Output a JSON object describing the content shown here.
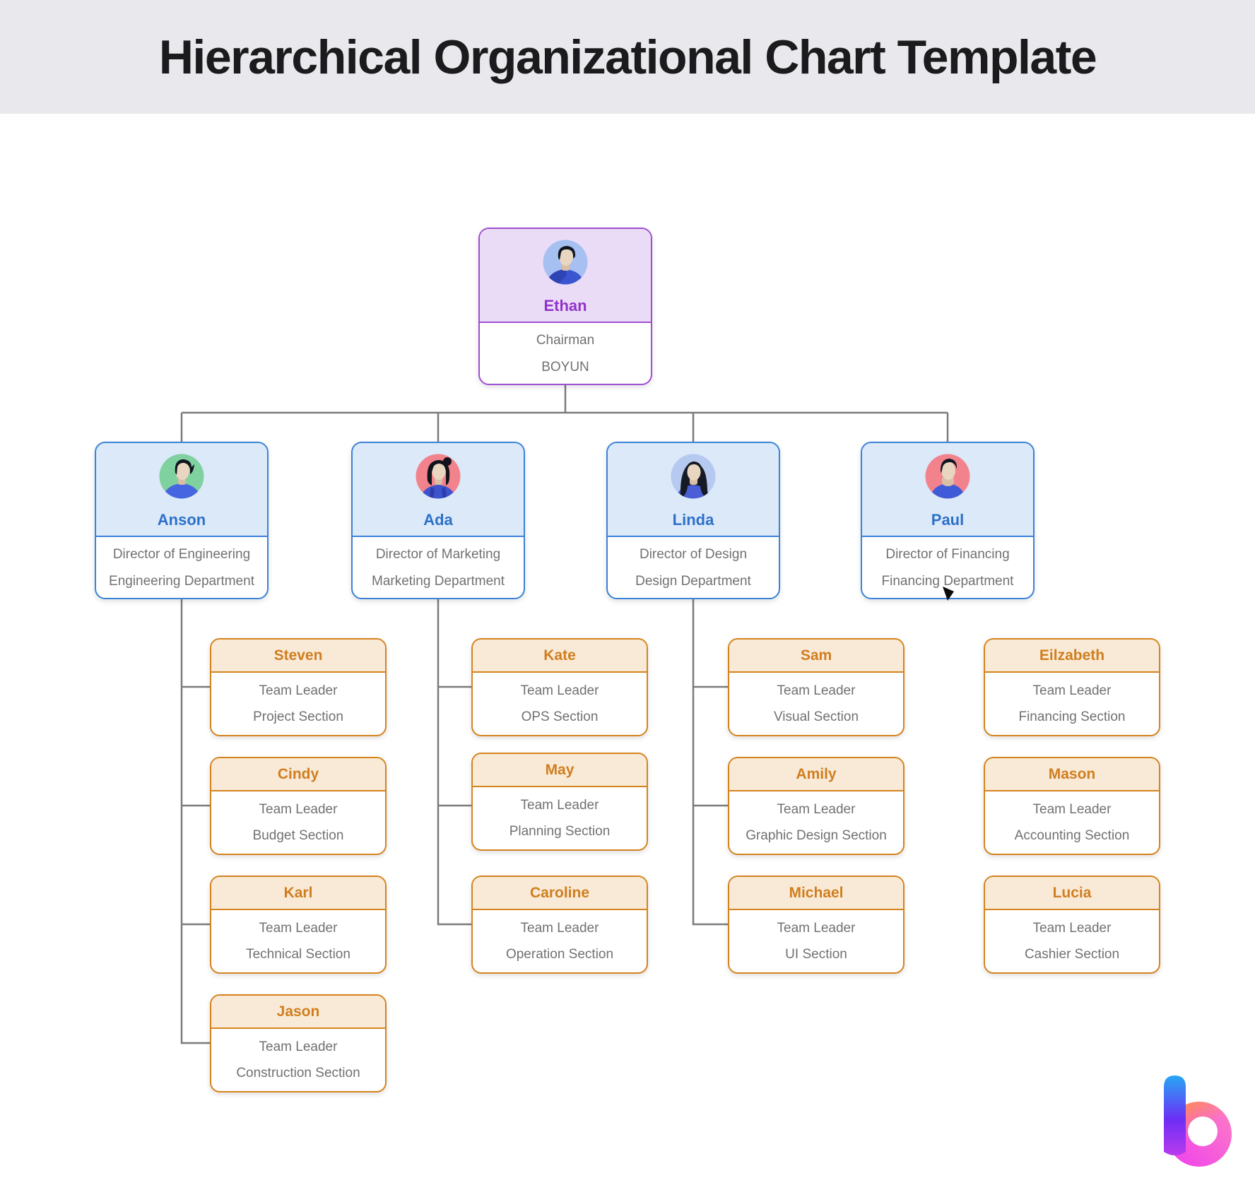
{
  "title": "Hierarchical Organizational Chart Template",
  "org": {
    "root": {
      "name": "Ethan",
      "line1": "Chairman",
      "line2": "BOYUN"
    },
    "directors": [
      {
        "name": "Anson",
        "line1": "Director of Engineering",
        "line2": "Engineering Department"
      },
      {
        "name": "Ada",
        "line1": "Director of Marketing",
        "line2": "Marketing Department"
      },
      {
        "name": "Linda",
        "line1": "Director of Design",
        "line2": "Design Department"
      },
      {
        "name": "Paul",
        "line1": "Director of Financing",
        "line2": "Financing Department"
      }
    ],
    "teams": [
      [
        {
          "name": "Steven",
          "line1": "Team Leader",
          "line2": "Project Section"
        },
        {
          "name": "Cindy",
          "line1": "Team Leader",
          "line2": "Budget Section"
        },
        {
          "name": "Karl",
          "line1": "Team Leader",
          "line2": "Technical Section"
        },
        {
          "name": "Jason",
          "line1": "Team Leader",
          "line2": "Construction Section"
        }
      ],
      [
        {
          "name": "Kate",
          "line1": "Team Leader",
          "line2": "OPS Section"
        },
        {
          "name": "May",
          "line1": "Team Leader",
          "line2": "Planning Section"
        },
        {
          "name": "Caroline",
          "line1": "Team Leader",
          "line2": "Operation Section"
        }
      ],
      [
        {
          "name": "Sam",
          "line1": "Team Leader",
          "line2": "Visual Section"
        },
        {
          "name": "Amily",
          "line1": "Team Leader",
          "line2": "Graphic Design Section"
        },
        {
          "name": "Michael",
          "line1": "Team Leader",
          "line2": "UI Section"
        }
      ],
      [
        {
          "name": "Eilzabeth",
          "line1": "Team Leader",
          "line2": "Financing Section"
        },
        {
          "name": "Mason",
          "line1": "Team Leader",
          "line2": "Accounting Section"
        },
        {
          "name": "Lucia",
          "line1": "Team Leader",
          "line2": "Cashier Section"
        }
      ]
    ]
  },
  "colors": {
    "title_band_bg": "#e9e9ed",
    "title_text": "#1b1b1d",
    "root_border": "#a14fd0",
    "root_header_fill": "#eadcf6",
    "root_name": "#9232cb",
    "director_border": "#3b82d8",
    "director_header_fill": "#dbe9f9",
    "director_name": "#2d70c8",
    "team_border": "#d5831d",
    "team_header_fill": "#f9ead7",
    "team_name": "#d07e1e",
    "body_text": "#717171",
    "connector": "#7b7b7b",
    "logo_blue": "#26a7f5",
    "logo_purple": "#6d2ef5",
    "logo_pink": "#ee3ff0",
    "logo_pink_light": "#ff7fc0",
    "logo_orange": "#ff8e4d"
  }
}
